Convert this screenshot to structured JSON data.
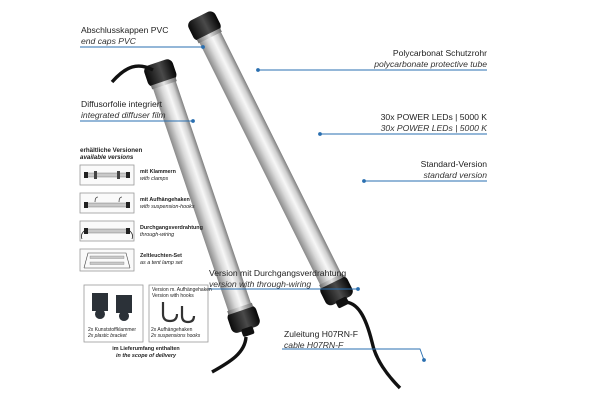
{
  "callouts": {
    "end_caps": {
      "de": "Abschlusskappen PVC",
      "en": "end caps PVC"
    },
    "diffuser": {
      "de": "Diffusorfolie integriert",
      "en": "integrated diffuser film"
    },
    "tube": {
      "de": "Polycarbonat Schutzrohr",
      "en": "polycarbonate protective tube"
    },
    "leds": {
      "de": "30x POWER LEDs | 5000 K",
      "en": "30x POWER LEDs | 5000 K"
    },
    "standard": {
      "de": "Standard-Version",
      "en": "standard version"
    },
    "through_wiring": {
      "de": "Version mit Durchgangsverdrahtung",
      "en": "version with through-wiring"
    },
    "cable": {
      "de": "Zuleitung H07RN-F",
      "en": "cable H07RN-F"
    }
  },
  "versions": {
    "title_de": "erhältliche Versionen",
    "title_en": "available versions",
    "items": [
      {
        "de": "mit Klammern",
        "en": "with clamps"
      },
      {
        "de": "mit Aufhängehaken",
        "en": "with suspension-hooks"
      },
      {
        "de": "Durchgangsverdrahtung",
        "en": "through-wiring"
      },
      {
        "de": "Zeltleuchten-Set",
        "en": "as a tent lamp set"
      }
    ]
  },
  "package": {
    "clamp_de": "2x Kunststoffklammer",
    "clamp_en": "2x plastic bracket",
    "hook_caption_de": "Version m. Aufhängehaken",
    "hook_caption_en": "Version with hooks",
    "hook_de": "2x Aufhängehaken",
    "hook_en": "2x suspensions hooks",
    "scope_de": "im Lieferumfang enthalten",
    "scope_en": "in the scope of delivery"
  },
  "colors": {
    "leader": "#2a6fb0",
    "endcap": "#1f1f1f",
    "tube_light": "#ececec",
    "tube_dark": "#8e8e8e",
    "bracket": "#2b3138"
  }
}
